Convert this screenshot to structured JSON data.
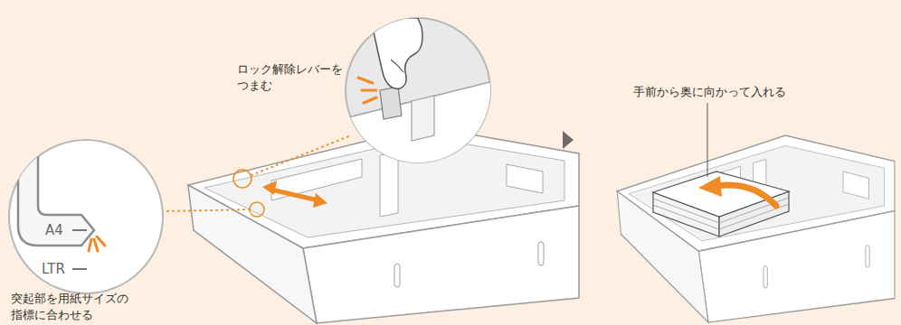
{
  "diagram": {
    "labels": [
      "ロック解除レバーを つまむ",
      "手前から奥に向かって入れる",
      "A4",
      "LTR",
      "突起部を用紙サイズの 指標に合わせる"
    ]
  }
}
